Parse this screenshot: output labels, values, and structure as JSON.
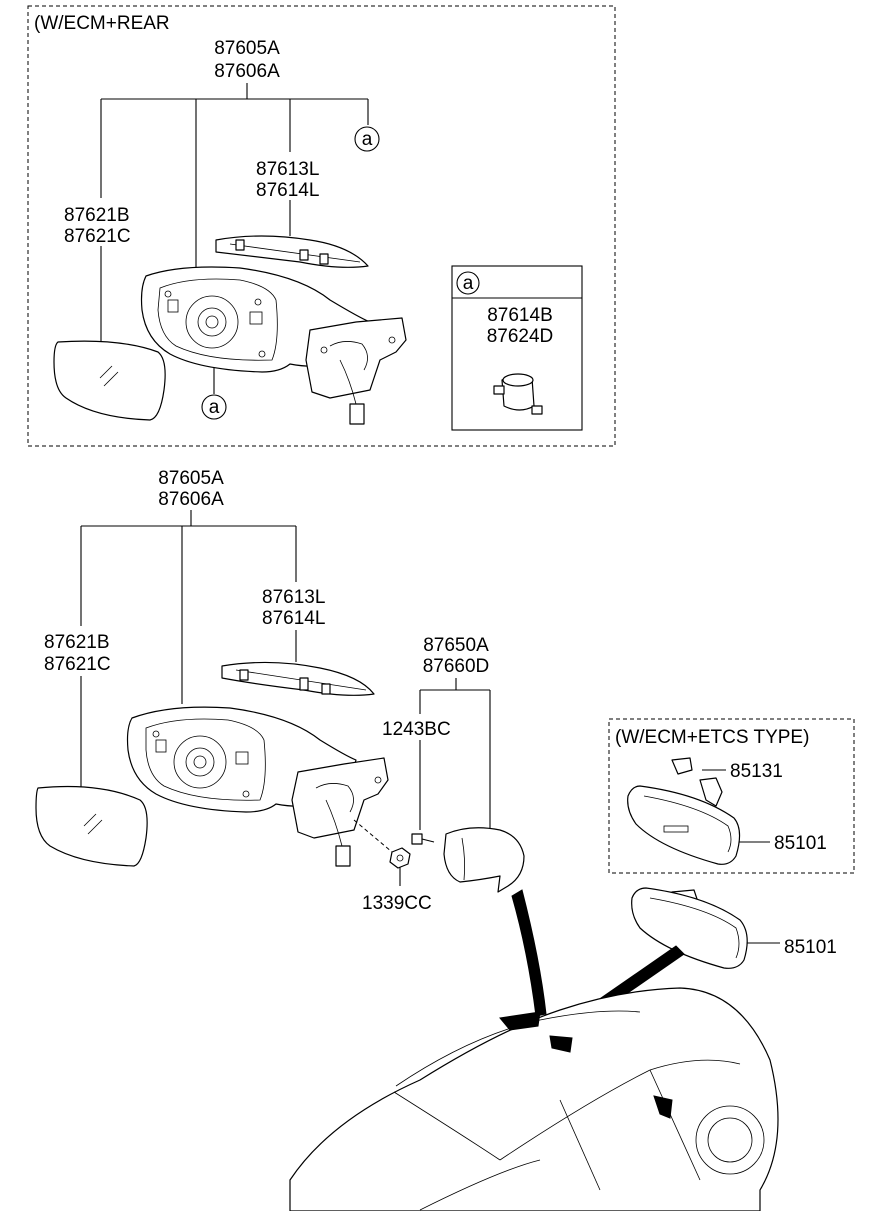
{
  "sections": {
    "top_option": "(W/ECM+REAR",
    "etcs_option": "(W/ECM+ETCS TYPE)"
  },
  "callout_letter": "a",
  "labels": {
    "top_assy_1": "87605A",
    "top_assy_2": "87606A",
    "top_glass_1": "87621B",
    "top_glass_2": "87621C",
    "top_repeater_1": "87613L",
    "top_repeater_2": "87614L",
    "inset_1": "87614B",
    "inset_2": "87624D",
    "mid_assy_1": "87605A",
    "mid_assy_2": "87606A",
    "mid_glass_1": "87621B",
    "mid_glass_2": "87621C",
    "mid_repeater_1": "87613L",
    "mid_repeater_2": "87614L",
    "cover_1": "87650A",
    "cover_2": "87660D",
    "bolt": "1243BC",
    "nut": "1339CC",
    "etcs_bracket": "85131",
    "etcs_mirror": "85101",
    "inside_mirror": "85101"
  }
}
